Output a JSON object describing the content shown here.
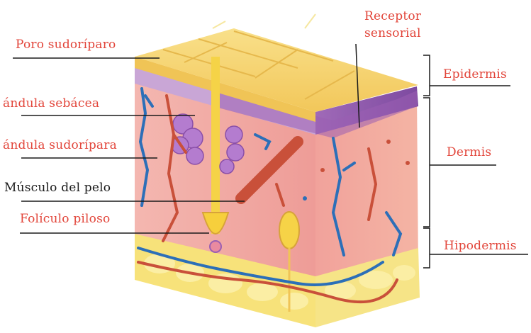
{
  "labels": {
    "poro": "Poro sudoríparo",
    "glandula_sebacea": "ándula sebácea",
    "glandula_sudoripara": "ándula sudorípara",
    "musculo": "Músculo del pelo",
    "foliculo": "Folículo piloso",
    "receptor_line1": "Receptor",
    "receptor_line2": "sensorial",
    "epidermis": "Epidermis",
    "dermis": "Dermis",
    "hipodermis": "Hipodermis"
  },
  "colors": {
    "label_red": "#e2453a",
    "label_black": "#1a1a1a",
    "epidermis_top": "#f6d36a",
    "epidermis_purple": "#9a5fb3",
    "dermis": "#f0a3a0",
    "hipodermis": "#f7e27a",
    "vessel_blue": "#2c6fb8",
    "vessel_red": "#c9503a"
  }
}
